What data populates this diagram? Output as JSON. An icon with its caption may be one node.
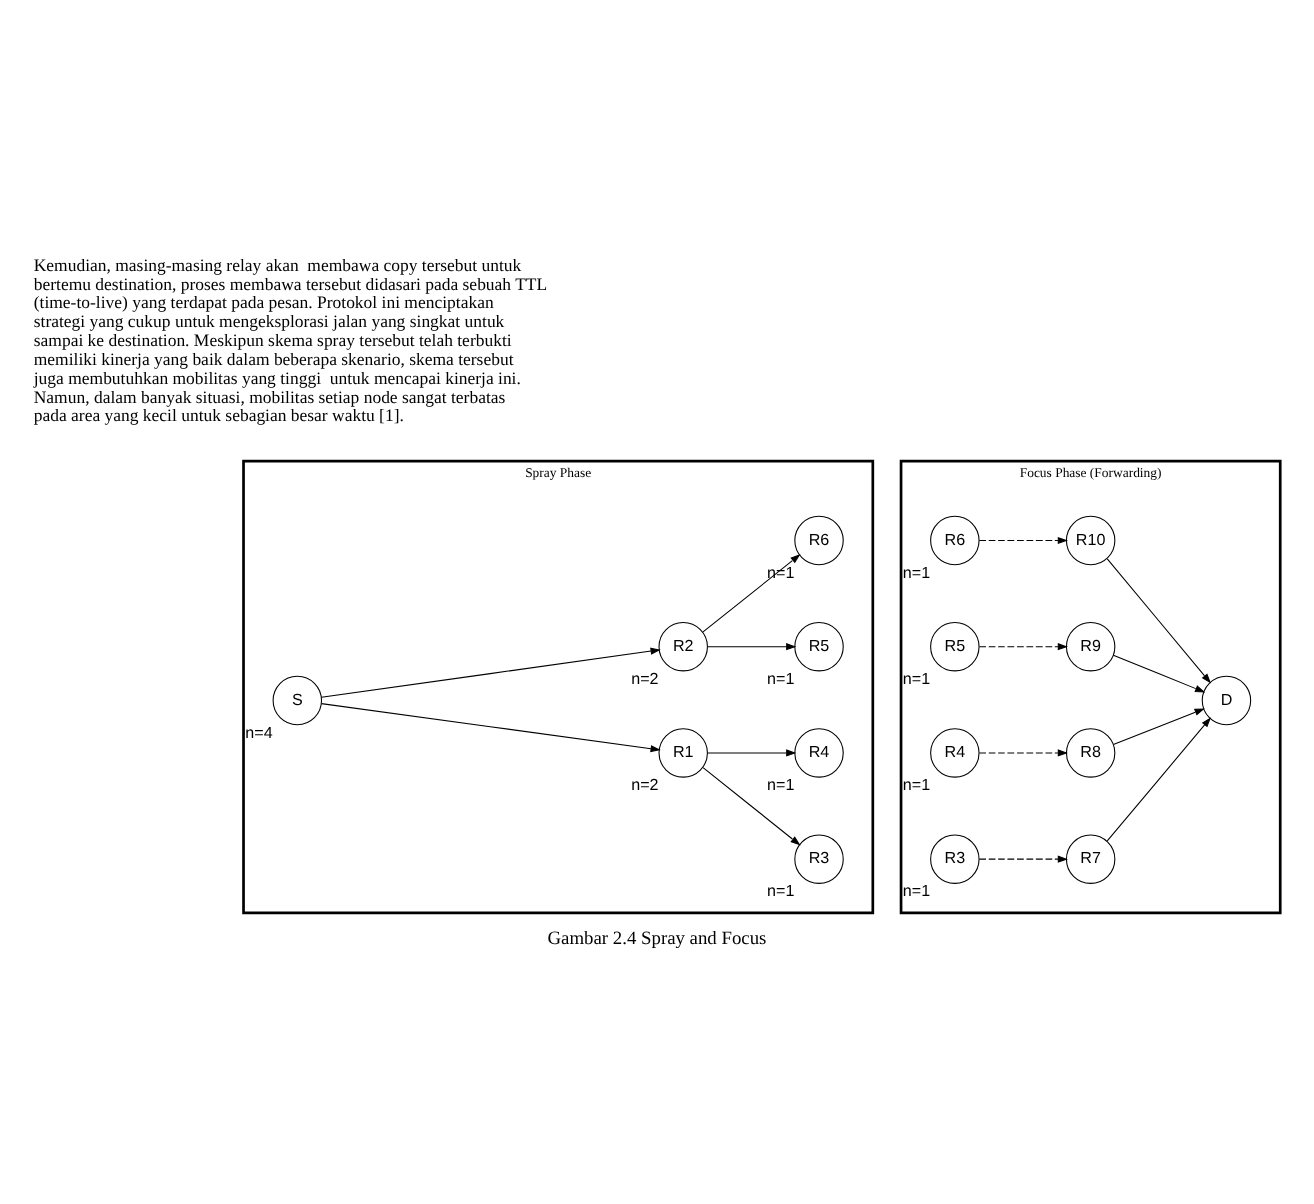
{
  "diagram": {
    "caption": "Gambar 2.4 Spray and Focus",
    "nodes": [
      {
        "text": [
          "Spray Phase"
        ]
      },
      {
        "text": [
          "S"
        ],
        "in": 0,
        "beside": [
          "n=4"
        ]
      },
      {
        "text": [
          "R1"
        ],
        "in": 0,
        "beside": [
          "n=2"
        ]
      },
      {
        "text": [
          "R3"
        ],
        "in": 0,
        "beside": [
          "n=1"
        ]
      },
      {
        "text": [
          "R4"
        ],
        "in": 0,
        "beside": [
          "n=1"
        ]
      },
      {
        "text": [
          "R2"
        ],
        "in": 0,
        "beside": [
          "n=2"
        ]
      },
      {
        "text": [
          "R5"
        ],
        "in": 0,
        "beside": [
          "n=1"
        ]
      },
      {
        "text": [
          "R6"
        ],
        "in": 0,
        "beside": [
          "n=1"
        ]
      },
      {
        "text": [
          "Focus Phase (Forwarding)"
        ]
      },
      {
        "text": [
          "R3"
        ],
        "in": 8,
        "beside": [
          "n=1"
        ]
      },
      {
        "text": [
          "R7"
        ],
        "in": 8
      },
      {
        "text": [
          "R4"
        ],
        "in": 8,
        "beside": [
          "n=1"
        ]
      },
      {
        "text": [
          "R8"
        ],
        "in": 8
      },
      {
        "text": [
          "R5"
        ],
        "in": 8,
        "beside": [
          "n=1"
        ]
      },
      {
        "text": [
          "R9"
        ],
        "in": 8
      },
      {
        "text": [
          "R6"
        ],
        "in": 8,
        "beside": [
          "n=1"
        ]
      },
      {
        "text": [
          "R10"
        ],
        "in": 8
      },
      {
        "text": [
          "D"
        ],
        "in": 8
      }
    ],
    "edges": [
      {
        "from": 1,
        "to": 2,
        "arrow": "to"
      },
      {
        "from": 1,
        "to": 5,
        "arrow": "to"
      },
      {
        "from": 2,
        "to": 3,
        "arrow": "to"
      },
      {
        "from": 2,
        "to": 4,
        "arrow": "to"
      },
      {
        "from": 5,
        "to": 6,
        "arrow": "to"
      },
      {
        "from": 5,
        "to": 7,
        "arrow": "to"
      },
      {
        "from": 9,
        "to": 10,
        "arrow": "to",
        "style": "dashed"
      },
      {
        "from": 11,
        "to": 12,
        "arrow": "to",
        "style": "dashed"
      },
      {
        "from": 13,
        "to": 14,
        "arrow": "to",
        "style": "dashed"
      },
      {
        "from": 15,
        "to": 16,
        "arrow": "to",
        "style": "dashed"
      },
      {
        "from": 10,
        "to": 17,
        "arrow": "to"
      },
      {
        "from": 12,
        "to": 17,
        "arrow": "to"
      },
      {
        "from": 14,
        "to": 17,
        "arrow": "to"
      },
      {
        "from": 16,
        "to": 17,
        "arrow": "to"
      }
    ],
    "labels": [
      "Kemudian, masing-masing relay akan  membawa copy tersebut untuk bertemu destination, proses membawa tersebut didasari pada sebuah TTL (time-to-live) yang terdapat pada pesan. Protokol ini menciptakan strategi yang cukup untuk mengeksplorasi jalan yang singkat untuk sampai ke destination. Meskipun skema spray tersebut telah terbukti memiliki kinerja yang baik dalam beberapa skenario, skema tersebut juga membutuhkan mobilitas yang tinggi  untuk mencapai kinerja ini. Namun, dalam banyak situasi, mobilitas setiap node sangat terbatas pada area yang kecil untuk sebagian besar waktu [1]."
    ]
  }
}
